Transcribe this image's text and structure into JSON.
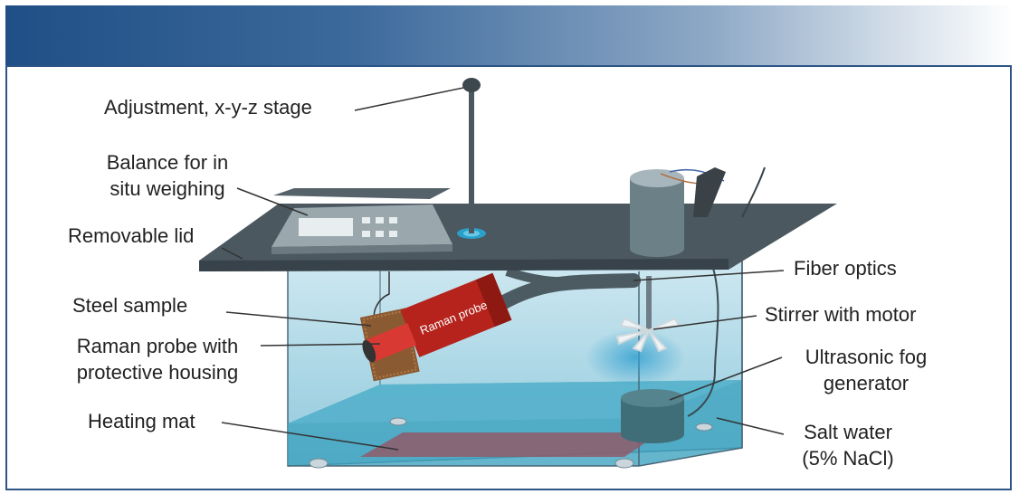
{
  "labels": {
    "stage": "Adjustment, x-y-z stage",
    "balance_line1": "Balance for in",
    "balance_line2": "situ weighing",
    "lid": "Removable lid",
    "steel": "Steel sample",
    "raman_line1": "Raman probe with",
    "raman_line2": "protective housing",
    "heating": "Heating mat",
    "fiber": "Fiber optics",
    "stirrer": "Stirrer with motor",
    "fog_line1": "Ultrasonic fog",
    "fog_line2": "generator",
    "salt_line1": "Salt water",
    "salt_line2": "(5% NaCl)",
    "probe_text": "Raman probe"
  },
  "colors": {
    "banner_start": "#1f4f86",
    "frame": "#2c5586",
    "lid": "#4b5860",
    "water": "#3fa2bf",
    "tank": "#b7dbe8",
    "probe": "#b5231c",
    "heating_mat": "#8e5a6a"
  }
}
